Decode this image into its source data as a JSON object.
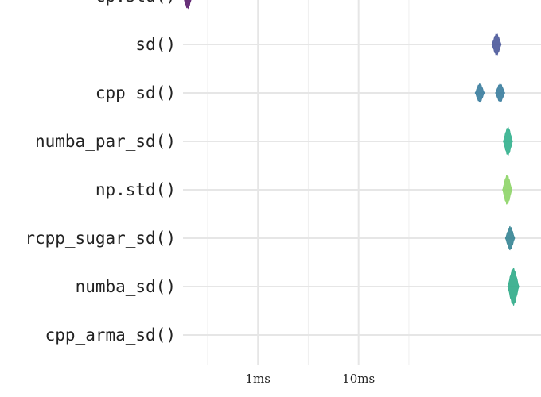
{
  "chart_data": {
    "type": "violin",
    "orientation": "horizontal",
    "x_scale": "log",
    "x_ticks": [
      {
        "value": 1,
        "label": "1ms"
      },
      {
        "value": 10,
        "label": "10ms"
      }
    ],
    "x_range": [
      0.18,
      650
    ],
    "grid": true,
    "categories": [
      {
        "label": "cp.std()",
        "color": "#5b1f6e",
        "clusters": [
          {
            "center": 0.2,
            "spread": 0.008,
            "height": 16
          }
        ]
      },
      {
        "label": "sd()",
        "color": "#4e5b9c",
        "clusters": [
          {
            "center": 235,
            "spread": 18,
            "height": 14
          }
        ]
      },
      {
        "label": "cpp_sd()",
        "color": "#3d7fa0",
        "clusters": [
          {
            "center": 160,
            "spread": 6,
            "height": 12
          },
          {
            "center": 255,
            "spread": 12,
            "height": 12
          }
        ]
      },
      {
        "label": "numba_par_sd()",
        "color": "#36b28f",
        "clusters": [
          {
            "center": 305,
            "spread": 28,
            "height": 18
          }
        ]
      },
      {
        "label": "np.std()",
        "color": "#8fd56a",
        "clusters": [
          {
            "center": 300,
            "spread": 30,
            "height": 19
          }
        ]
      },
      {
        "label": "rcpp_sugar_sd()",
        "color": "#3a8796",
        "clusters": [
          {
            "center": 320,
            "spread": 30,
            "height": 15
          }
        ]
      },
      {
        "label": "numba_sd()",
        "color": "#33ad8b",
        "clusters": [
          {
            "center": 345,
            "spread": 45,
            "height": 24
          }
        ]
      },
      {
        "label": "cpp_arma_sd()",
        "color": "#2b9a8b",
        "clusters": []
      }
    ]
  }
}
